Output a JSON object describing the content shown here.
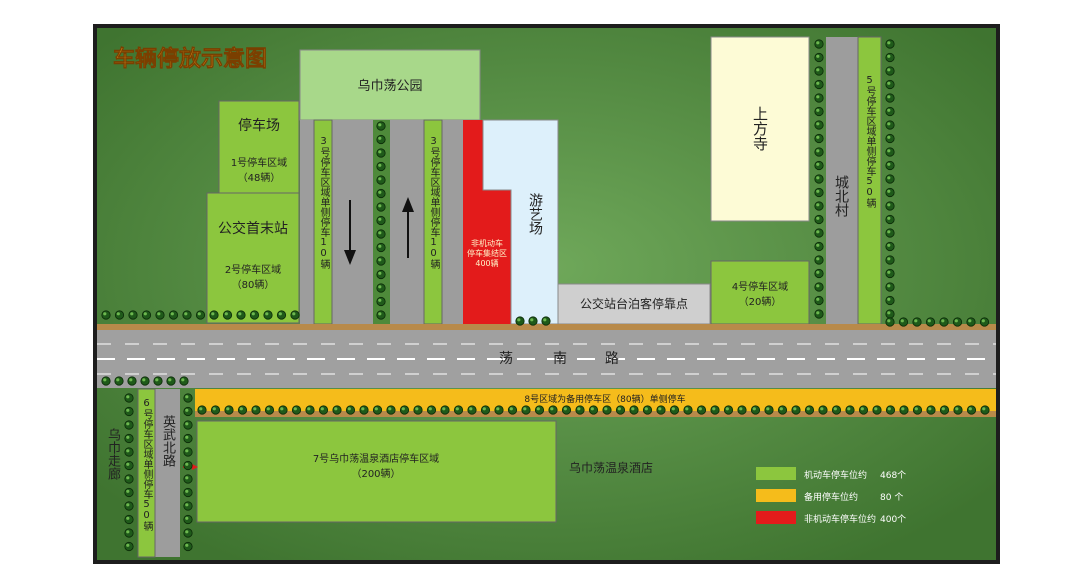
{
  "title": "车辆停放示意图",
  "park": "乌巾荡公园",
  "parking_lot": {
    "name": "停车场",
    "zone": "1号停车区域",
    "capacity": "（48辆）"
  },
  "bus_terminal": {
    "name": "公交首末站",
    "zone": "2号停车区域",
    "capacity": "（80辆）"
  },
  "zone3_left": "3号停车区域单侧停车10辆",
  "zone3_right": "3号停车区域单侧停车10辆",
  "non_motor": {
    "line1": "非机动车",
    "line2": "停车集结区",
    "line3": "400辆"
  },
  "amusement": "游艺场",
  "bus_stop": "公交站台泊客停靠点",
  "temple": "上方寺",
  "village": "城北村",
  "zone4": {
    "name": "4号停车区域",
    "capacity": "（20辆）"
  },
  "zone5": "5号停车区域单侧停车50辆",
  "road_main": [
    "荡",
    "南",
    "路"
  ],
  "zone8": "8号区域为备用停车区（80辆）单侧停车",
  "corridor": "乌巾走廊",
  "zone6": "6号停车区域单侧停车50辆",
  "yingwu_road": "英武北路",
  "zone7": {
    "name": "7号乌巾荡温泉酒店停车区域",
    "capacity": "（200辆）"
  },
  "hotel": "乌巾荡温泉酒店",
  "legend": [
    {
      "label": "机动车停车位约",
      "count": "468个",
      "color": "#8cc63e"
    },
    {
      "label": "备用停车位约",
      "count": "80 个",
      "color": "#f5bc1b"
    },
    {
      "label": "非机动车停车位约",
      "count": "400个",
      "color": "#e31b1b"
    }
  ],
  "colors": {
    "grass": "#4e8a3a",
    "parking_green": "#8cc63e",
    "park_green": "#a8d88a",
    "road": "#9d9d9d",
    "temple": "#fdfbd6",
    "amusement": "#ddf0fb",
    "reserve": "#f5bc1b",
    "non_motor": "#e31b1b",
    "title": "#f0a224"
  }
}
